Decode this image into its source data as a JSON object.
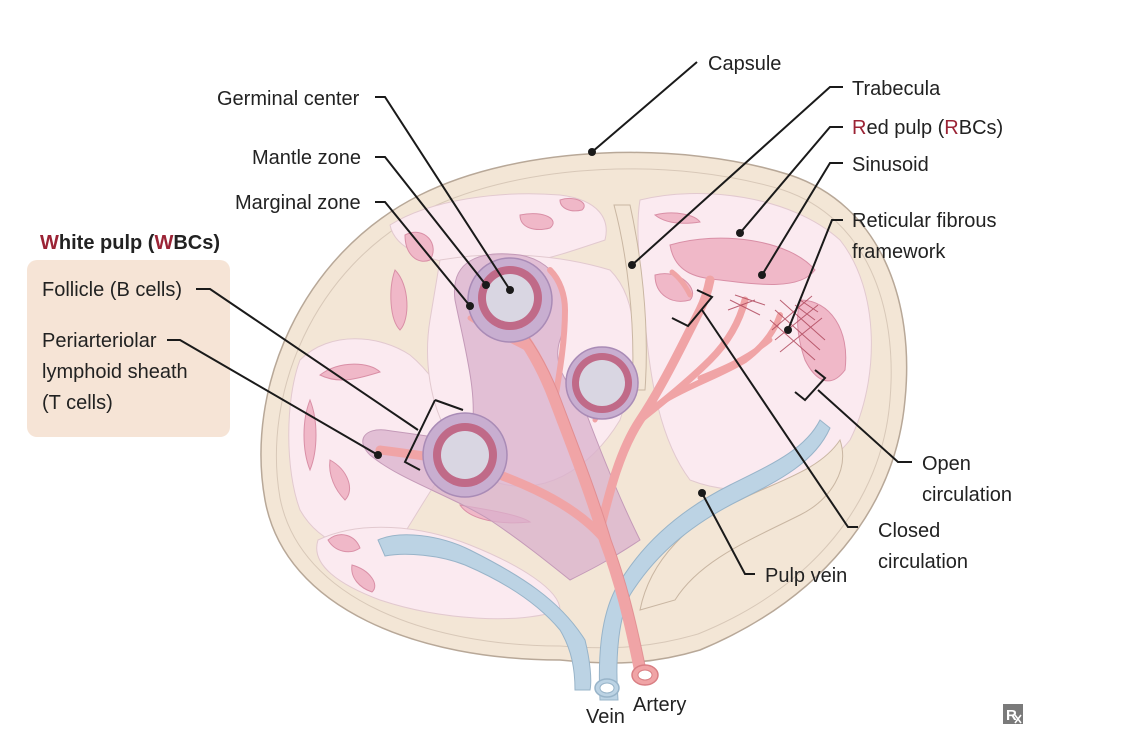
{
  "colors": {
    "capsule": "#f3e6d6",
    "red_pulp": "#fbeaf0",
    "red_pulp_fill": "#f0b8c8",
    "white_pulp": "#d9b0cc",
    "artery": "#f0a4a6",
    "vein": "#bcd3e4",
    "follicle_outer": "#c8aed0",
    "follicle_ring": "#c06a88",
    "follicle_center": "#d9d6e2",
    "accent": "#9b2335",
    "legend_box": "#f6e4d6"
  },
  "legend": {
    "title_prefix": "W",
    "title_text": "hite pulp (",
    "title_accent2": "W",
    "title_suffix": "BCs)",
    "item_follicle": "Follicle (B cells)",
    "item_pals_1": "Periarteriolar",
    "item_pals_2": "lymphoid sheath",
    "item_pals_3": "(T cells)"
  },
  "labels": {
    "capsule": "Capsule",
    "trabecula": "Trabecula",
    "red_pulp_prefix": "R",
    "red_pulp_mid": "ed pulp (",
    "red_pulp_accent": "R",
    "red_pulp_suffix": "BCs)",
    "sinusoid": "Sinusoid",
    "reticular_1": "Reticular fibrous",
    "reticular_2": "framework",
    "germinal_center": "Germinal center",
    "mantle_zone": "Mantle zone",
    "marginal_zone": "Marginal zone",
    "open_1": "Open",
    "open_2": "circulation",
    "closed_1": "Closed",
    "closed_2": "circulation",
    "pulp_vein": "Pulp vein",
    "vein": "Vein",
    "artery": "Artery"
  },
  "watermark_icon": "rx-icon"
}
